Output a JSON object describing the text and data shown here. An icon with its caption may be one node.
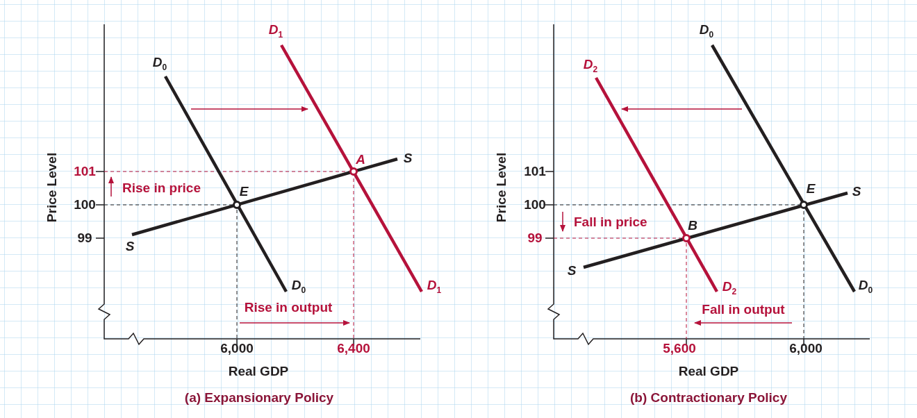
{
  "diagram": {
    "labels": [
      "Price Level",
      "101",
      "100",
      "99",
      "Rise in price",
      "D$_{0}$",
      "D$_{1}$",
      "A",
      "S",
      "E",
      "S",
      "D$_{0}$",
      "D$_{1}$",
      "Rise in output",
      "6,000",
      "6,400",
      "Real GDP",
      "(a) Expansionary Policy",
      "Price Level",
      "101",
      "100",
      "99",
      "Fall in price",
      "D$_{2}$",
      "D$_{0}$",
      "E",
      "S",
      "B",
      "S",
      "D$_{2}$",
      "D$_{0}$",
      "Fall in output",
      "5,600",
      "6,000",
      "Real GDP",
      "(b) Contractionary Policy"
    ]
  }
}
